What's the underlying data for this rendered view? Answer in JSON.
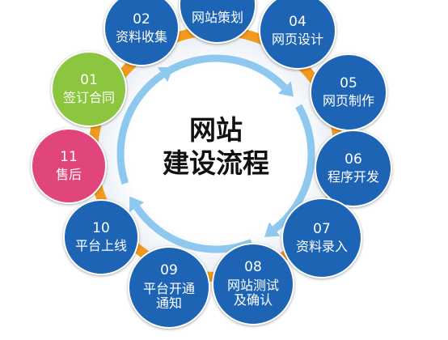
{
  "center": {
    "line1": "网站",
    "line2": "建设流程"
  },
  "steps": [
    {
      "num": "01",
      "label": "签订合同",
      "color": "#8cc63f"
    },
    {
      "num": "02",
      "label": "资料收集",
      "color": "#1e64b4"
    },
    {
      "num": "",
      "label": "网站策划",
      "color": "#1e64b4"
    },
    {
      "num": "04",
      "label": "网页设计",
      "color": "#1e64b4"
    },
    {
      "num": "05",
      "label": "网页制作",
      "color": "#1e64b4"
    },
    {
      "num": "06",
      "label": "程序开发",
      "color": "#1e64b4"
    },
    {
      "num": "07",
      "label": "资料录入",
      "color": "#1e64b4"
    },
    {
      "num": "08",
      "label": "网站测试",
      "label2": "及确认",
      "color": "#1e64b4"
    },
    {
      "num": "09",
      "label": "平台开通",
      "label2": "通知",
      "color": "#1e64b4"
    },
    {
      "num": "10",
      "label": "平台上线",
      "color": "#1e64b4"
    },
    {
      "num": "11",
      "label": "售后",
      "color": "#e0457b"
    }
  ],
  "colors": {
    "ring": "#f39a1e",
    "arrow": "#8ec8ee"
  }
}
